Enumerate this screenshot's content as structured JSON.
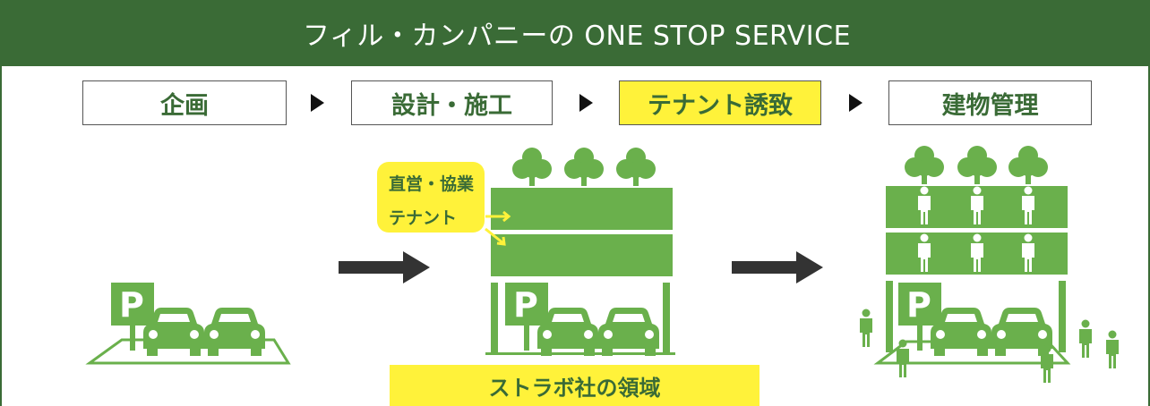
{
  "header": {
    "title": "フィル・カンパニーの ONE STOP SERVICE"
  },
  "steps": [
    {
      "label": "企画"
    },
    {
      "label": "設計・施工"
    },
    {
      "label": "テナント誘致"
    },
    {
      "label": "建物管理"
    }
  ],
  "annotation": {
    "line1": "直営・協業",
    "line2": "テナント"
  },
  "scope_label": "ストラボ社の領域",
  "parking_letter": "P",
  "colors": {
    "green_dark": "#3a6b36",
    "green_light": "#6ab04c",
    "yellow": "#fff23a",
    "arrow": "#333333"
  }
}
